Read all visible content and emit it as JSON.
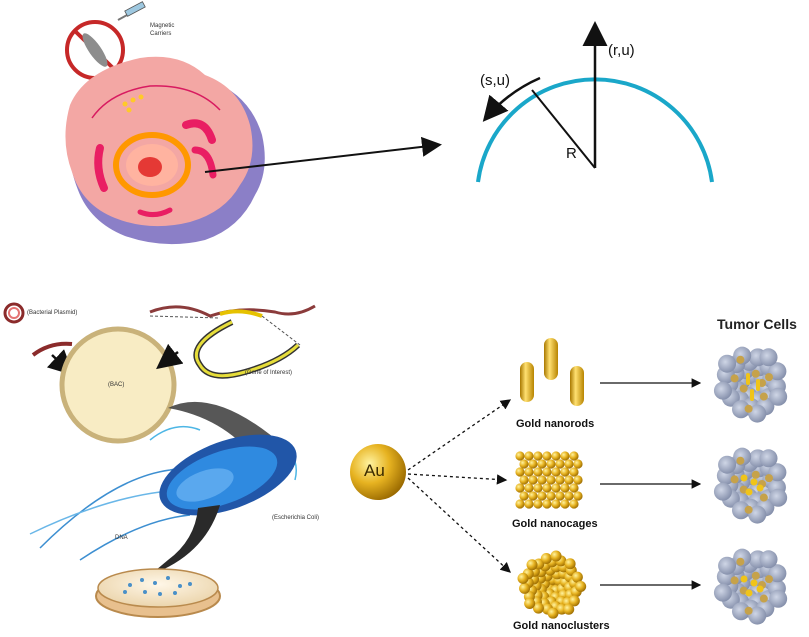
{
  "top": {
    "magnetic_carriers": "Magnetic Carriers",
    "coord_su": "(s,u)",
    "coord_ru": "(r,u)",
    "radius": "R"
  },
  "bottom": {
    "bacterial_plasmid": "(Bacterial Plasmid)",
    "gene_of_interest": "(Gene of Interest)",
    "bac": "(BAC)",
    "escherichia_coli": "(Escherichia Coli)",
    "dna": "DNA",
    "au": "Au",
    "gold_nanorods": "Gold nanorods",
    "gold_nanocages": "Gold nanocages",
    "gold_nanoclusters": "Gold nanoclusters",
    "tumor_cells": "Tumor Cells"
  },
  "colors": {
    "arc": "#1aa7c9",
    "gold": "#e1b020",
    "cell_outer": "#8b7fc7",
    "cell_pink": "#f3a7a4"
  }
}
